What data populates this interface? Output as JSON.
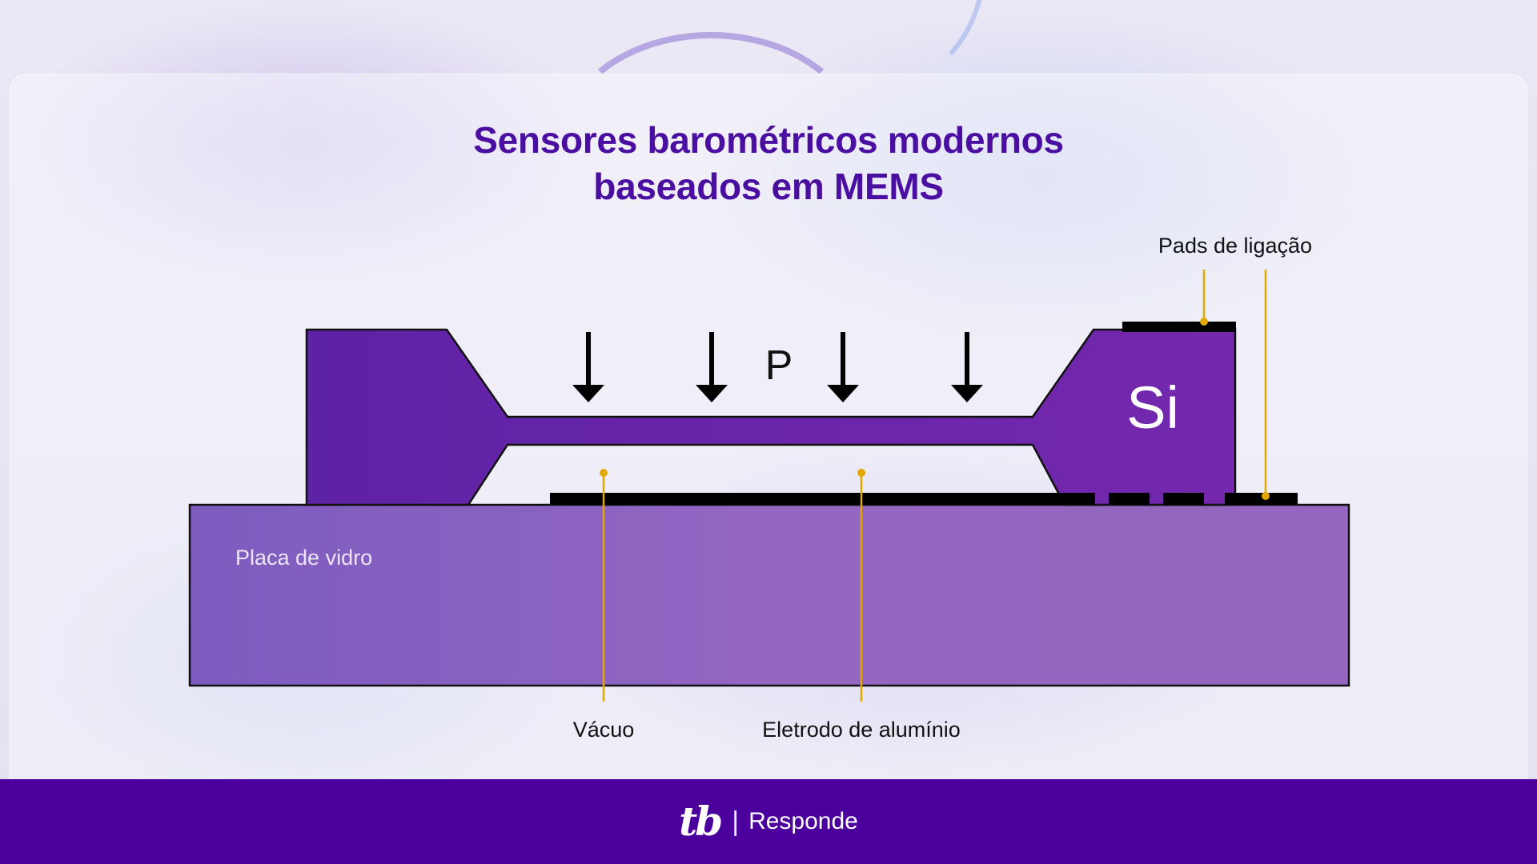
{
  "title": {
    "line1": "Sensores barométricos modernos",
    "line2": "baseados em MEMS"
  },
  "diagram": {
    "labels": {
      "pads": "Pads de ligação",
      "pressure": "P",
      "silicon": "Si",
      "glass": "Placa de vidro",
      "vacuum": "Vácuo",
      "electrode": "Eletrodo de alumínio"
    },
    "colors": {
      "silicon": "#6f26ad",
      "glass": "#8b5fc3",
      "leader": "#e0a800",
      "metal": "#000000"
    }
  },
  "footer": {
    "logo": "tb",
    "separator": "|",
    "brand": "Responde"
  }
}
